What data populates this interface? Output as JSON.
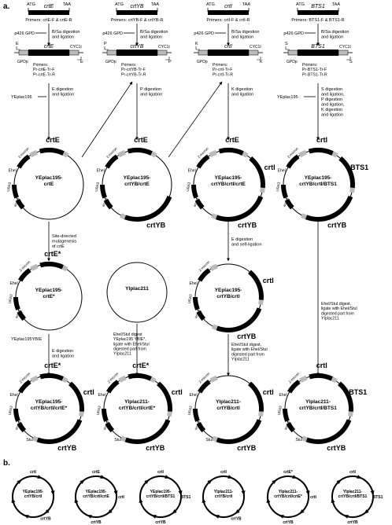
{
  "panel_a": "a.",
  "panel_b": "b.",
  "labels": {
    "atg": "ATG",
    "taa": "TAA",
    "p426gpd": "p426 GPD",
    "bsa": "B/Sa digestion\nand ligation",
    "gpdp": "GPDp",
    "cyc1t": "CYC1t",
    "yeplac195": "YEplac195",
    "yeplac195ybie": "YEplac195YBIE",
    "stul": "StuI",
    "ehel": "EheI",
    "ura3": "URA3",
    "origin": "2-micron",
    "ori": "ori",
    "ampr": "ampR",
    "cyc1": "CYC1",
    "gpd": "GPD"
  },
  "columns": [
    {
      "gene": "crtE",
      "primers": "Primers: crtE-F & crtE-R",
      "site": "E",
      "tr_primers": "Primers:\nPr-crtE-Tr-F\nPr-crtE-Tr-R",
      "step": "E digestion\nand ligation"
    },
    {
      "gene": "crtYB",
      "primers": "Primers: crtYB-F & crtYB-R",
      "site": "P",
      "tr_primers": "Primers:\nPr-crtYB-Tr-F\nPr-crtYB-Tr-R",
      "step": "P digestion\nand ligation"
    },
    {
      "gene": "crtI",
      "primers": "Primers: crtI-F & crtI-R",
      "site": "K",
      "tr_primers": "Primers:\nPr-crtI-Tr-F\nPr-crtI-Tr-R",
      "step": "K digestion\nand ligation"
    },
    {
      "gene": "BTS1",
      "primers": "Primers: BTS1-F & BTS1-R",
      "site": "S",
      "tr_primers": "Primers:\nPr-BTS1-Tr-F\nPr-BTS1-Tr-R",
      "step": "S digestion\nand ligation,\nP digestion\nand ligation,\nK digestion\nand ligation"
    }
  ],
  "plasmids": {
    "p1": {
      "name": "YEplac195-\ncrtE",
      "genes": [
        "crtE"
      ]
    },
    "p2": {
      "name": "YEplac195-\ncrtYB/crtE",
      "genes": [
        "crtE",
        "crtYB"
      ]
    },
    "p3": {
      "name": "YEplac195-\ncrtYB/crtI/crtE",
      "genes": [
        "crtE",
        "crtI",
        "crtYB"
      ]
    },
    "p4": {
      "name": "YEplac195-\ncrtYB/crtI/BTS1",
      "genes": [
        "crtI",
        "BTS1",
        "crtYB"
      ]
    },
    "p5": {
      "name": "YEplac195-\ncrtE*",
      "genes": [
        "crtE*"
      ]
    },
    "p6": {
      "name": "YIplac211",
      "genes": []
    },
    "p7": {
      "name": "YEplac195-\ncrtYB/crtI",
      "genes": [
        "crtI",
        "crtYB"
      ]
    },
    "p8": {
      "name": "YEplac195-\ncrtYB/crtI/crtE*",
      "genes": [
        "crtE*",
        "crtI",
        "crtYB"
      ]
    },
    "p9": {
      "name": "YIplac211-\ncrtYB/crtI/crtE*",
      "genes": [
        "crtE*",
        "crtI",
        "crtYB"
      ]
    },
    "p10": {
      "name": "YIplac211-\ncrtYB/crtI",
      "genes": [
        "crtI",
        "crtYB"
      ]
    },
    "p11": {
      "name": "YIplac211-\ncrtYB/crtI/BTS1",
      "genes": [
        "crtI",
        "BTS1",
        "crtYB"
      ]
    }
  },
  "steps": {
    "mutagenesis": "Site-directed\nmutagenesis\nof crtE",
    "e_dig2": "E digestion\nand ligation",
    "e_self": "E digestion\nand self-ligation",
    "ehel_stul_1": "EheI/StuI digest\nYEplac195 YBIE*,\nligate with EheI/StuI\ndigested part from\nYIplac211",
    "ehel_stul_2": "EheI/StuI digest,\nligate with EheI/StuI\ndigested part from\nYIplac211",
    "ehel_stul_3": "EheI/StuI digest,\nligate with EheI/StuI\ndigested part from\nYIplac211"
  },
  "panel_b_plasmids": [
    {
      "name": "YEplac195-\ncrtYB/crtI",
      "labels": [
        "crtI",
        "crtYB"
      ]
    },
    {
      "name": "YEplac195-\ncrtYB/crtI/crtE",
      "labels": [
        "crtE",
        "crtI",
        "crtYB"
      ]
    },
    {
      "name": "YEplac195-\ncrtYB/crtI/BTS1",
      "labels": [
        "crtI",
        "BTS1",
        "crtYB"
      ]
    },
    {
      "name": "YIplac211-\ncrtYB/crtI",
      "labels": [
        "crtI",
        "crtYB"
      ]
    },
    {
      "name": "YIplac211-\ncrtYB/crtI/crtE*",
      "labels": [
        "crtE*",
        "crtI",
        "crtYB"
      ]
    },
    {
      "name": "YIplac211-\ncrtYB/crtI/BTS1",
      "labels": [
        "crtI",
        "BTS1",
        "crtYB"
      ]
    }
  ]
}
